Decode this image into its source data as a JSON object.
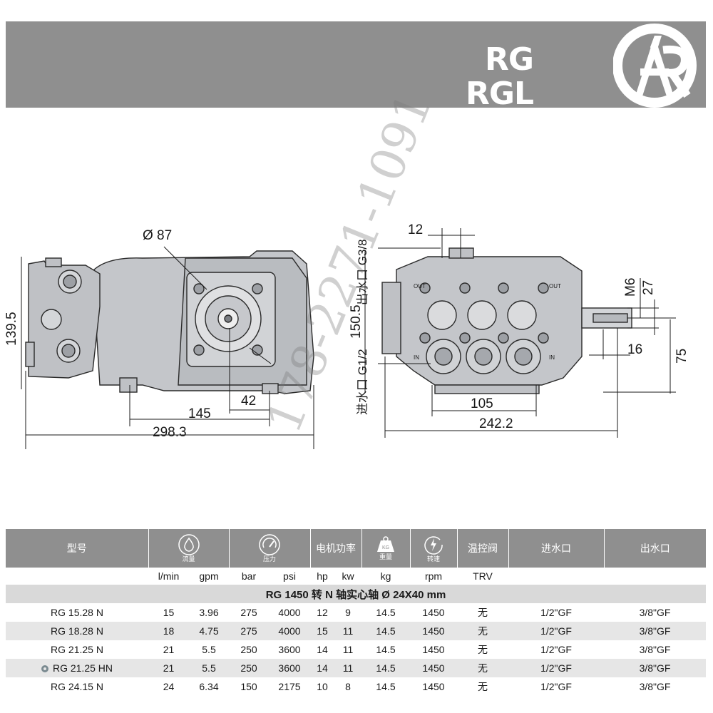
{
  "header": {
    "model_line_1": "RG",
    "model_line_2": "RGL",
    "logo_text": "AR"
  },
  "watermark": "178-2271-1091",
  "dimensions": {
    "side_view": {
      "flange_diameter": "Ø 87",
      "height": "139.5",
      "dim_42": "42",
      "dim_145": "145",
      "overall_length": "298.3"
    },
    "front_view": {
      "outlet_label": "出水口 G3/8",
      "inlet_label": "进水口 G1/2",
      "height": "150.5",
      "dim_12": "12",
      "thread": "M6",
      "dim_27": "27",
      "dim_16": "16",
      "dim_75": "75",
      "dim_105": "105",
      "overall_width": "242.2",
      "port_out_left": "OUT",
      "port_out_right": "OUT",
      "port_in_left": "IN",
      "port_in_right": "IN"
    }
  },
  "table": {
    "headers": {
      "model": "型号",
      "flow_caption": "流量",
      "pressure_caption": "压力",
      "power": "电机功率",
      "weight_caption": "重量",
      "weight_badge": "KG",
      "speed_caption": "转速",
      "thermostat": "温控阀",
      "inlet": "进水口",
      "outlet": "出水口"
    },
    "units": [
      "l/min",
      "gpm",
      "bar",
      "psi",
      "hp",
      "kw",
      "kg",
      "rpm",
      "TRV"
    ],
    "group_title": "RG 1450 转 N 轴实心轴 Ø 24X40 mm",
    "rows": [
      {
        "model": "RG 15.28 N",
        "lmin": "15",
        "gpm": "3.96",
        "bar": "275",
        "psi": "4000",
        "hp": "12",
        "kw": "9",
        "kg": "14.5",
        "rpm": "1450",
        "trv": "无",
        "inlet": "1/2\"GF",
        "outlet": "3/8\"GF",
        "marked": false
      },
      {
        "model": "RG 18.28 N",
        "lmin": "18",
        "gpm": "4.75",
        "bar": "275",
        "psi": "4000",
        "hp": "15",
        "kw": "11",
        "kg": "14.5",
        "rpm": "1450",
        "trv": "无",
        "inlet": "1/2\"GF",
        "outlet": "3/8\"GF",
        "marked": false
      },
      {
        "model": "RG 21.25 N",
        "lmin": "21",
        "gpm": "5.5",
        "bar": "250",
        "psi": "3600",
        "hp": "14",
        "kw": "11",
        "kg": "14.5",
        "rpm": "1450",
        "trv": "无",
        "inlet": "1/2\"GF",
        "outlet": "3/8\"GF",
        "marked": false
      },
      {
        "model": "RG 21.25 HN",
        "lmin": "21",
        "gpm": "5.5",
        "bar": "250",
        "psi": "3600",
        "hp": "14",
        "kw": "11",
        "kg": "14.5",
        "rpm": "1450",
        "trv": "无",
        "inlet": "1/2\"GF",
        "outlet": "3/8\"GF",
        "marked": true
      },
      {
        "model": "RG 24.15 N",
        "lmin": "24",
        "gpm": "6.34",
        "bar": "150",
        "psi": "2175",
        "hp": "10",
        "kw": "8",
        "kg": "14.5",
        "rpm": "1450",
        "trv": "无",
        "inlet": "1/2\"GF",
        "outlet": "3/8\"GF",
        "marked": false
      }
    ]
  },
  "colors": {
    "header_gray": "#8f8f8f",
    "group_row": "#d9d9d9",
    "shaded_row": "#e6e6e6",
    "marker": "#7a8a90"
  }
}
